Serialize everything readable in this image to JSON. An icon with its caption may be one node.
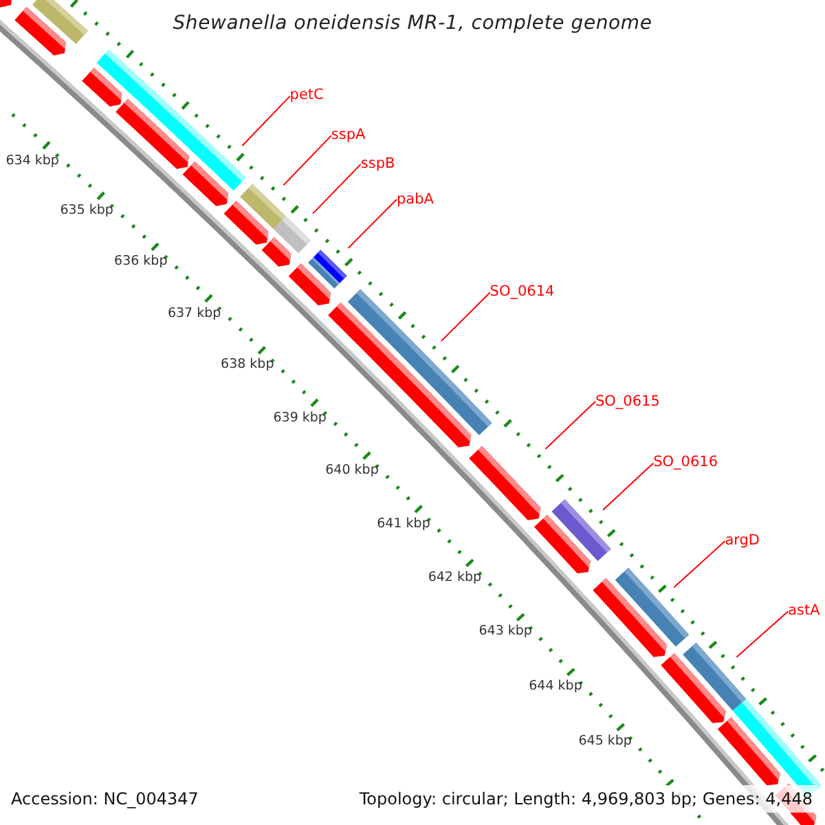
{
  "diagram": {
    "title": "Shewanella oneidensis MR-1, complete genome",
    "nodes": [
      {
        "text": [
          "petC"
        ]
      },
      {
        "text": [
          "sspA"
        ]
      },
      {
        "text": [
          "sspB"
        ]
      },
      {
        "text": [
          "pabA"
        ]
      },
      {
        "text": [
          "SO_0614"
        ]
      },
      {
        "text": [
          "SO_0615"
        ]
      },
      {
        "text": [
          "SO_0616"
        ]
      },
      {
        "text": [
          "argD"
        ]
      },
      {
        "text": [
          "astA"
        ]
      },
      {
        "text": [],
        "shape": "arrow"
      },
      {
        "text": [],
        "shape": "bar"
      },
      {
        "text": [],
        "shape": "arrow"
      },
      {
        "text": [],
        "shape": "bar"
      },
      {
        "text": [],
        "shape": "arrow"
      },
      {
        "text": [],
        "shape": "bar"
      },
      {
        "text": [],
        "shape": "arrow"
      },
      {
        "text": [],
        "shape": "bar"
      },
      {
        "text": [],
        "shape": "arrow"
      },
      {
        "text": [],
        "shape": "bar"
      },
      {
        "text": [],
        "shape": "arrow"
      },
      {
        "text": [],
        "shape": "bar"
      },
      {
        "text": [],
        "shape": "arrow"
      },
      {
        "text": [],
        "shape": "bar"
      },
      {
        "text": [],
        "shape": "bar"
      },
      {
        "text": [],
        "shape": "arrow"
      },
      {
        "text": [],
        "shape": "bar"
      },
      {
        "text": [],
        "shape": "arrow"
      },
      {
        "text": [],
        "shape": "arrow"
      },
      {
        "text": [],
        "shape": "bar"
      },
      {
        "text": [],
        "shape": "arrow"
      },
      {
        "text": [],
        "shape": "bar"
      },
      {
        "text": [],
        "shape": "arrow"
      },
      {
        "text": [],
        "shape": "bar"
      },
      {
        "text": [],
        "shape": "arrow"
      },
      {
        "text": [],
        "shape": "bar"
      },
      {
        "text": [],
        "shape": "arrow"
      },
      {
        "text": [],
        "shape": "arrow"
      }
    ],
    "edges": [
      {
        "from": 0,
        "to": 16,
        "arrow": "none"
      },
      {
        "from": 1,
        "to": 18,
        "arrow": "none"
      },
      {
        "from": 2,
        "to": 20,
        "arrow": "none"
      },
      {
        "from": 3,
        "to": 22,
        "arrow": "none"
      },
      {
        "from": 4,
        "to": 25,
        "arrow": "none"
      },
      {
        "from": 5,
        "to": 27,
        "arrow": "none"
      },
      {
        "from": 6,
        "to": 28,
        "arrow": "none"
      },
      {
        "from": 7,
        "to": 30,
        "arrow": "none"
      },
      {
        "from": 8,
        "to": 32,
        "arrow": "none"
      }
    ],
    "labels": [
      "634 kbp",
      "635 kbp",
      "636 kbp",
      "637 kbp",
      "638 kbp",
      "639 kbp",
      "640 kbp",
      "641 kbp",
      "642 kbp",
      "643 kbp",
      "644 kbp",
      "645 kbp",
      "Accession: NC_004347",
      "Topology: circular; Length: 4,969,803 bp; Genes: 4,448"
    ]
  }
}
